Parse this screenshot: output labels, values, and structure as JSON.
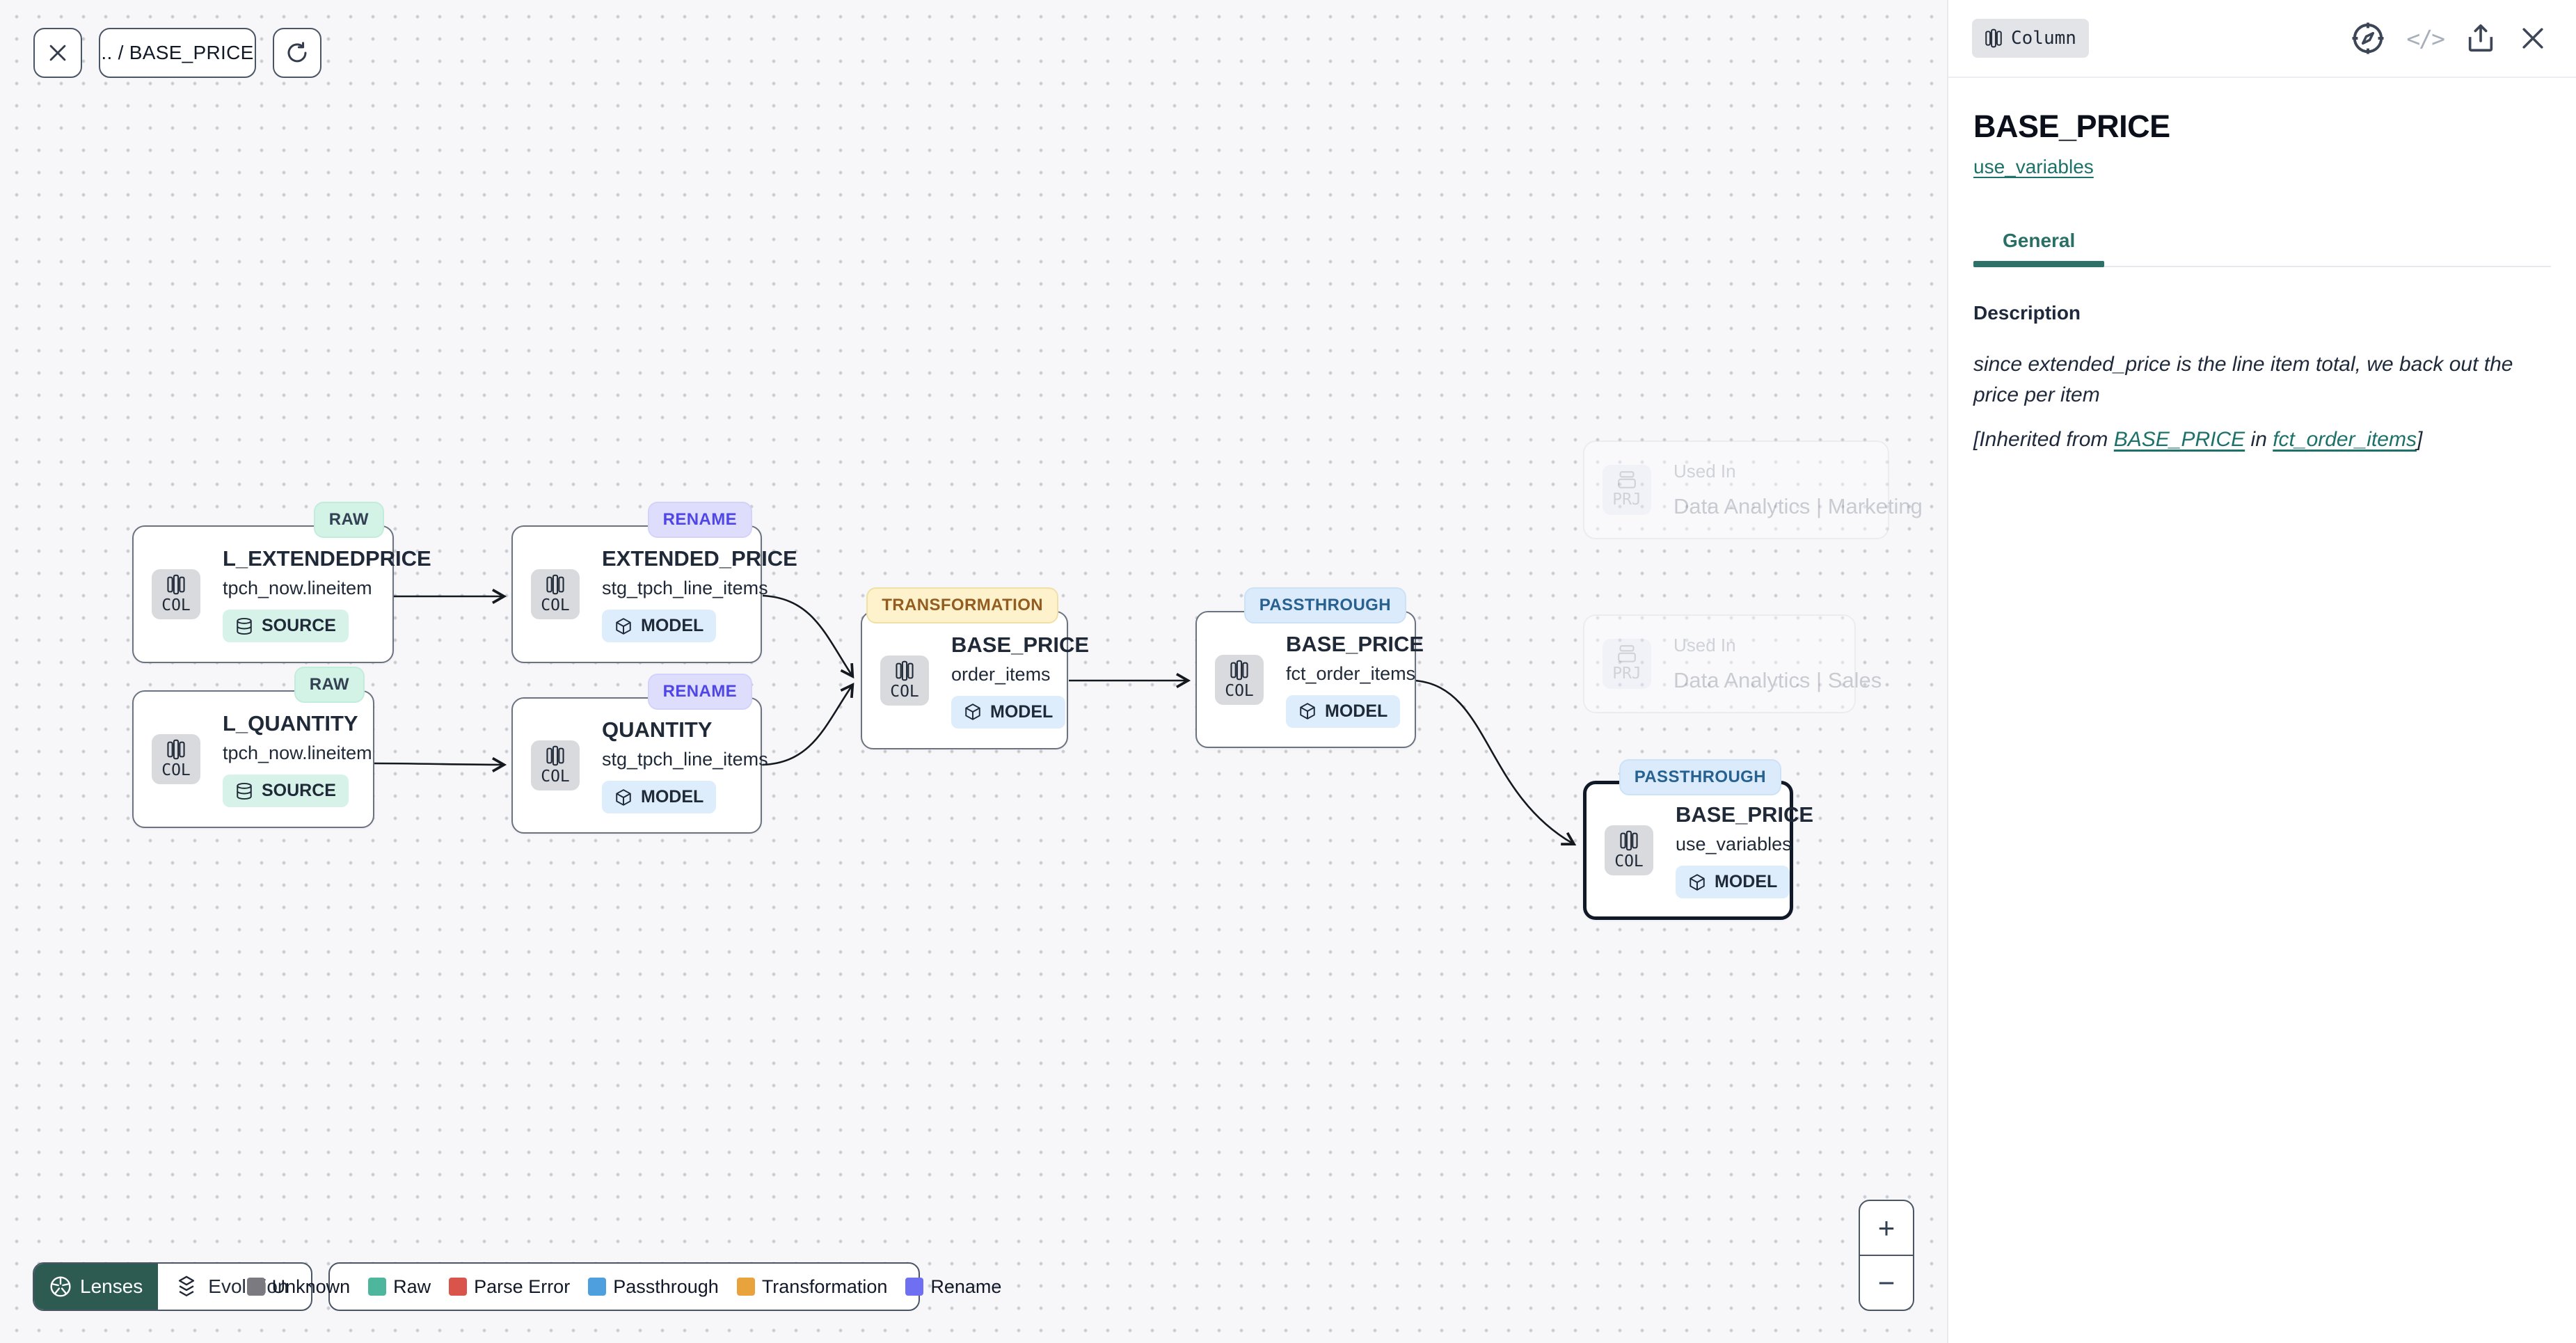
{
  "toolbar": {
    "breadcrumb": ".. / BASE_PRICE"
  },
  "canvas": {
    "nodes": [
      {
        "type": "RAW",
        "kind": "COL",
        "title": "L_EXTENDEDPRICE",
        "subtitle": "tpch_now.lineitem",
        "badge": "SOURCE"
      },
      {
        "type": "RAW",
        "kind": "COL",
        "title": "L_QUANTITY",
        "subtitle": "tpch_now.lineitem",
        "badge": "SOURCE"
      },
      {
        "type": "RENAME",
        "kind": "COL",
        "title": "EXTENDED_PRICE",
        "subtitle": "stg_tpch_line_items",
        "badge": "MODEL"
      },
      {
        "type": "RENAME",
        "kind": "COL",
        "title": "QUANTITY",
        "subtitle": "stg_tpch_line_items",
        "badge": "MODEL"
      },
      {
        "type": "TRANSFORMATION",
        "kind": "COL",
        "title": "BASE_PRICE",
        "subtitle": "order_items",
        "badge": "MODEL"
      },
      {
        "type": "PASSTHROUGH",
        "kind": "COL",
        "title": "BASE_PRICE",
        "subtitle": "fct_order_items",
        "badge": "MODEL"
      },
      {
        "type": "PASSTHROUGH",
        "kind": "COL",
        "title": "BASE_PRICE",
        "subtitle": "use_variables",
        "badge": "MODEL"
      }
    ],
    "ghost_nodes": [
      {
        "kind": "PRJ",
        "label": "Used In",
        "name": "Data Analytics | Marketing"
      },
      {
        "kind": "PRJ",
        "label": "Used In",
        "name": "Data Analytics | Sales"
      }
    ]
  },
  "lenses": {
    "label": "Lenses",
    "mode": "Evolution"
  },
  "legend": {
    "items": [
      {
        "label": "Unknown",
        "color": "#7a7a80"
      },
      {
        "label": "Raw",
        "color": "#4db69d"
      },
      {
        "label": "Parse Error",
        "color": "#d9544a"
      },
      {
        "label": "Passthrough",
        "color": "#4d9fdd"
      },
      {
        "label": "Transformation",
        "color": "#e8a33c"
      },
      {
        "label": "Rename",
        "color": "#6f6ff1"
      }
    ]
  },
  "zoom_controls": {
    "zoom_in": "+",
    "zoom_out": "−"
  },
  "panel": {
    "type_badge": "Column",
    "title": "BASE_PRICE",
    "subtitle_link": "use_variables",
    "tabs": [
      {
        "label": "General"
      }
    ],
    "description_heading": "Description",
    "description_text": "since extended_price is the line item total, we back out the price per item",
    "inherited_prefix": "[Inherited from ",
    "inherited_link1": "BASE_PRICE",
    "inherited_mid": " in ",
    "inherited_link2": "fct_order_items",
    "inherited_suffix": "]"
  }
}
